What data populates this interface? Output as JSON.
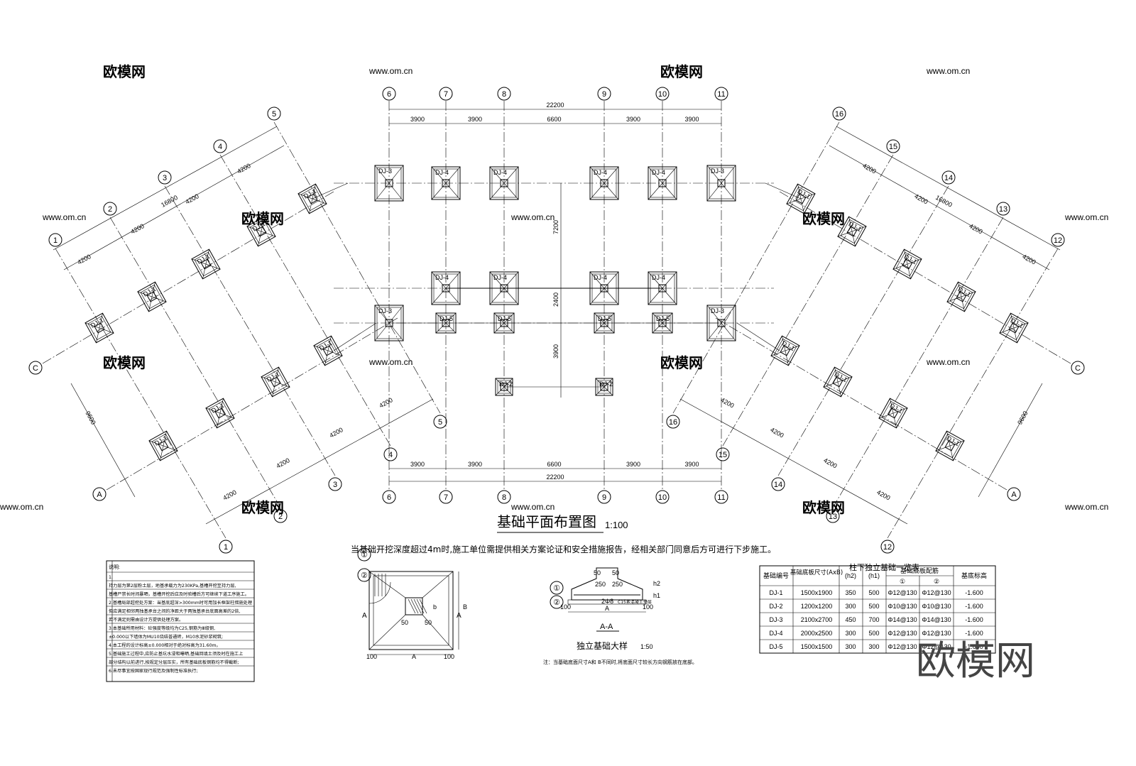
{
  "title": "基础平面布置图",
  "title_scale": "1:100",
  "note_main": "当基础开挖深度超过4m时,施工单位需提供相关方案论证和安全措施报告，经相关部门同意后方可进行下步施工。",
  "grid_top_labels": [
    "6",
    "7",
    "8",
    "9",
    "10",
    "11"
  ],
  "grid_top_dims": [
    "3900",
    "3900",
    "6600",
    "3900",
    "3900"
  ],
  "grid_top_total": "22200",
  "grid_bottom_dims": [
    "3900",
    "3900",
    "6600",
    "3900",
    "3900"
  ],
  "grid_bottom_total": "22200",
  "center_dims": [
    "7200",
    "2400",
    "3900"
  ],
  "left_wing_labels": [
    "1",
    "2",
    "3",
    "4",
    "5",
    "A",
    "C"
  ],
  "right_wing_labels": [
    "12",
    "13",
    "14",
    "15",
    "16",
    "A",
    "C"
  ],
  "wing_dims": [
    "4200",
    "4200",
    "4200",
    "4200",
    "16800",
    "9600"
  ],
  "center_footings": [
    {
      "id": "DJ-3"
    },
    {
      "id": "DJ-4"
    },
    {
      "id": "DJ-4"
    },
    {
      "id": "DJ-4"
    },
    {
      "id": "DJ-4"
    },
    {
      "id": "DJ-3"
    },
    {
      "id": "DJ-4"
    },
    {
      "id": "DJ-4"
    },
    {
      "id": "DJ-4"
    },
    {
      "id": "DJ-4"
    },
    {
      "id": "DJ-3"
    },
    {
      "id": "DJ-5"
    },
    {
      "id": "DJ-5"
    },
    {
      "id": "DJ-5"
    },
    {
      "id": "DJ-5"
    },
    {
      "id": "DJ-3"
    },
    {
      "id": "DJ-2"
    },
    {
      "id": "DJ-2"
    }
  ],
  "wing_footing_id": "DJ-1",
  "notes": {
    "header": "说明:",
    "lines": [
      "1.",
      "持力层为第2层粉土层，地基承载力为230KPa,基槽开挖至持力层,",
      "基槽严禁长时间暴晒，基槽开挖后应及时验槽后方可继续下道工序施工。",
      "2.基槽局部超挖处方案：当基底超深>300mm时可用加长框架柱措施处理",
      "但应满足相邻两独基承台之间的净距大于两独基承台底面高差的2倍,",
      "若不满足则需由设计方提供处理方案。",
      "3.本基础所用材料：砼强度等级均为C25,钢筋为Ⅲ级钢,",
      "±0.000以下墙体为MU10烧结普通砖，M10水泥砂浆砌筑;",
      "4.本工程的设计标高±0.000相对于绝对标高为31.60m。",
      "5.基础施工过程中,应防止基坑水浸和曝晒,基础回填土须及时在施工上",
      "部分结构以前进行,按规定分层压实，所有基础底板钢筋均不得截断;",
      "6.未尽事宜按国家现行规范及强制性标准执行;"
    ]
  },
  "detail": {
    "section_title": "A-A",
    "title": "独立基础大样",
    "scale": "1:50",
    "markers": [
      "①",
      "②"
    ],
    "plan_dims": [
      "100",
      "100",
      "A",
      "B",
      "50",
      "50",
      "b"
    ],
    "section_dims": [
      "50",
      "50",
      "250",
      "250",
      "100",
      "100",
      "A",
      "h2",
      "h1"
    ],
    "bar_label": "2Φ8",
    "cushion": "C15素混凝土垫层",
    "note": "注：当基础底面尺寸A和 B不同时,将底面尺寸较长方向钢筋放在底部。"
  },
  "table": {
    "title": "柱下独立基础一览表",
    "headers": [
      "基础编号",
      "基础底板尺寸(AxB)",
      "(h2)",
      "(h1)",
      "基础底板配筋",
      "基底标高"
    ],
    "sub_headers": [
      "①",
      "②"
    ],
    "rows": [
      [
        "DJ-1",
        "1500x1900",
        "350",
        "500",
        "Φ12@130",
        "Φ12@130",
        "-1.600"
      ],
      [
        "DJ-2",
        "1200x1200",
        "300",
        "500",
        "Φ10@130",
        "Φ10@130",
        "-1.600"
      ],
      [
        "DJ-3",
        "2100x2700",
        "450",
        "700",
        "Φ14@130",
        "Φ14@130",
        "-1.600"
      ],
      [
        "DJ-4",
        "2000x2500",
        "300",
        "500",
        "Φ12@130",
        "Φ12@130",
        "-1.600"
      ],
      [
        "DJ-5",
        "1500x1500",
        "300",
        "300",
        "Φ12@130",
        "Φ12@130",
        "-1.600"
      ]
    ]
  },
  "watermark": "欧模网",
  "watermark_url": "www.om.cn"
}
